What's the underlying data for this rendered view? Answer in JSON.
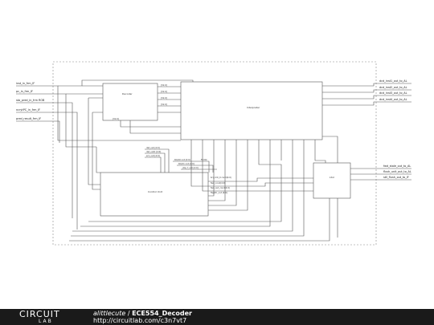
{
  "left_inputs": [
    "inst_in_frm_IF",
    "pc_in_frm_IF",
    "sta_pred_in_frm ROB",
    "ncrytPC_in_frm_IF",
    "pred_result_frm_IF"
  ],
  "right_outputs": [
    "dcd_inst1_out_to_AL",
    "dcd_inst2_out_to_AL",
    "dcd_inst3_out_to_AL",
    "dcd_inst4_out_to_AL"
  ],
  "lower_right_outputs": [
    "fwd_stale_out_to_AL",
    "flush_unit_out_to_AL",
    "stll_flush_out_to_IF"
  ],
  "blocks": {
    "decoder": "Decoder",
    "interpreter": "Interpreter",
    "control": "Control Unit",
    "lsu": "LSU"
  },
  "inner_labels": [
    "[31:0]",
    "[31:0]",
    "[31:0]",
    "[31:0]",
    "[31:0]",
    "dst_out [4:0]",
    "dst_out2 [4:0]",
    "sr1_out [4:0]",
    "Rd/A0 out [4:0]",
    "Rd/A1 out [4:0]",
    "FlcClk",
    "jmp_f_out [4:0]",
    "bri_cmt_0 cond(4:0)",
    "fwd_cond(4:0)",
    "fwd_out_cond(4:0)",
    "flsgtdr_out [4:0]"
  ],
  "footer": {
    "logo_top": "CIRCUIT",
    "logo_bottom": "LAB",
    "user": "alittlecute",
    "separator": " / ",
    "project": "ECE554_Decoder",
    "url": "http://circuitlab.com/c3n7vt7"
  }
}
